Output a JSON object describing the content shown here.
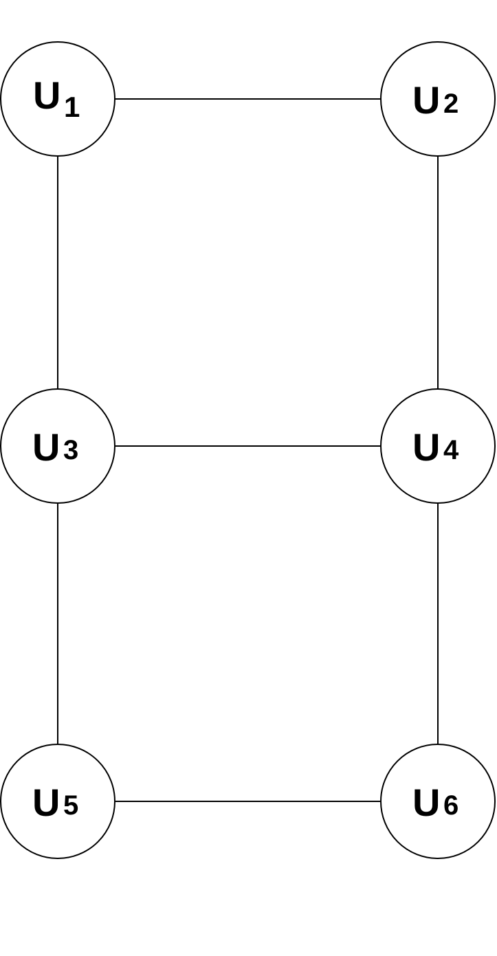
{
  "diagram": {
    "nodes": [
      {
        "id": "u1",
        "main": "U",
        "sub": "1"
      },
      {
        "id": "u2",
        "main": "U",
        "sub": "2"
      },
      {
        "id": "u3",
        "main": "U",
        "sub": "3"
      },
      {
        "id": "u4",
        "main": "U",
        "sub": "4"
      },
      {
        "id": "u5",
        "main": "U",
        "sub": "5"
      },
      {
        "id": "u6",
        "main": "U",
        "sub": "6"
      }
    ],
    "edges": [
      {
        "from": "u1",
        "to": "u2"
      },
      {
        "from": "u1",
        "to": "u3"
      },
      {
        "from": "u2",
        "to": "u4"
      },
      {
        "from": "u3",
        "to": "u4"
      },
      {
        "from": "u3",
        "to": "u5"
      },
      {
        "from": "u4",
        "to": "u6"
      },
      {
        "from": "u5",
        "to": "u6"
      }
    ],
    "colors": {
      "stroke": "#000000",
      "node_fill": "#ffffff",
      "background": "#ffffff"
    }
  }
}
